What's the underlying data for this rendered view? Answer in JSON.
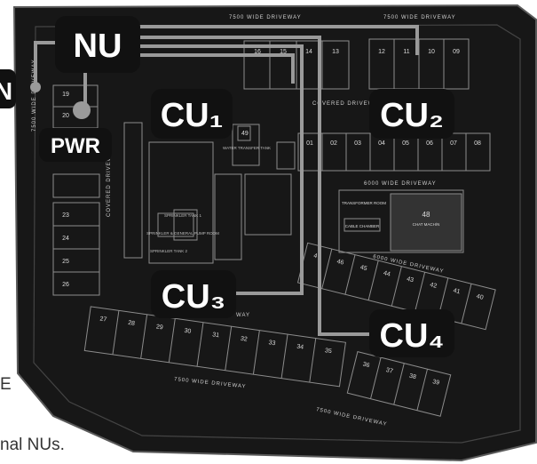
{
  "colors": {
    "site_fill": "#171717",
    "site_outline": "#5a5a5a",
    "building_line": "#8c8c8c",
    "route_line": "#9a9a9a",
    "label_bg": "#111111",
    "label_text": "#ffffff",
    "page_bg": "#ffffff"
  },
  "badges": {
    "nu": "NU",
    "pwr": "PWR",
    "cu1": "CU₁",
    "cu2": "CU₂",
    "cu3": "CU₃",
    "cu4": "CU₄",
    "left_cut": "N"
  },
  "driveways": {
    "top_a": "7500 WIDE DRIVEWAY",
    "top_b": "7500 WIDE DRIVEWAY",
    "covered_right": "COVERED DRIVEWAY",
    "mid": "6000 WIDE DRIVEWAY",
    "mid2": "6000 WIDE DRIVEWAY",
    "bottom": "7500 WIDE DRIVEWAY",
    "bottom2": "7500 WIDE DRIVEWAY",
    "left": "7500 WIDE DRIVEWAY",
    "covered_left": "COVERED DRIVEWAY",
    "way": "WAY"
  },
  "rooms": {
    "water_tank": "WATER TRANSFER TANK",
    "sprinkler1": "SPRINKLER TANK 1",
    "sprinkler_room": "SPRINKLER & GENERAL PUMP ROOM",
    "sprinkler2": "SPRINKLER TANK 2",
    "transformer": "TRANSFORMER ROOM",
    "cable": "CABLE CHAMBER",
    "hv": "CHAT MACH/N",
    "unit48": "48"
  },
  "units": {
    "top_row": [
      "16",
      "15",
      "14",
      "13"
    ],
    "top_right": [
      "12",
      "11",
      "10",
      "09"
    ],
    "row_a": [
      "01",
      "02",
      "03",
      "04"
    ],
    "row_b": [
      "05",
      "06",
      "07",
      "08"
    ],
    "unit49": "49",
    "left_col_top": [
      "19",
      "20"
    ],
    "left_col": [
      "23",
      "24",
      "25",
      "26"
    ],
    "bottom_row": [
      "27",
      "28",
      "29",
      "30",
      "31",
      "32",
      "33",
      "34",
      "35"
    ],
    "right_bottom": [
      "36",
      "37",
      "38",
      "39"
    ],
    "mid_row": [
      "47",
      "46",
      "45",
      "44",
      "43",
      "42",
      "41",
      "40"
    ]
  },
  "captions": {
    "cap1": "E",
    "cap2": "nal NUs."
  }
}
